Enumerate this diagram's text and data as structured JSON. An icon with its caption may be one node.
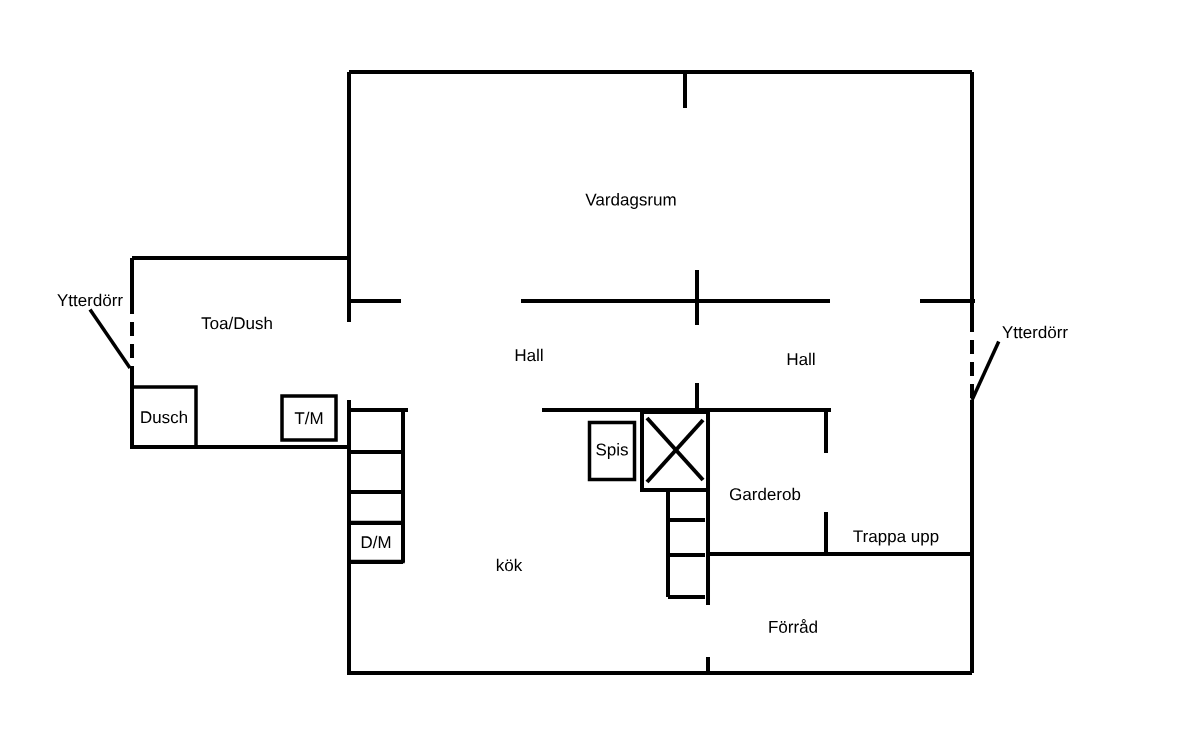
{
  "diagram": {
    "nodes": [
      {
        "text": [
          "Ytterdörr"
        ]
      },
      {
        "text": [
          "Ytterdörr"
        ]
      },
      {
        "text": [
          "Dusch"
        ]
      },
      {
        "text": [
          "T/M"
        ]
      },
      {
        "text": [
          "D/M"
        ]
      },
      {
        "text": [
          "Spis"
        ]
      }
    ],
    "edges": [
      {
        "from": 0,
        "to": null,
        "arrow": "none"
      },
      {
        "from": 1,
        "to": null,
        "arrow": "none"
      }
    ],
    "labels": [
      "Vardagsrum",
      "Toa/Dush",
      "Hall",
      "Hall",
      "Garderob",
      "Trappa upp",
      "kök",
      "Förråd"
    ]
  }
}
